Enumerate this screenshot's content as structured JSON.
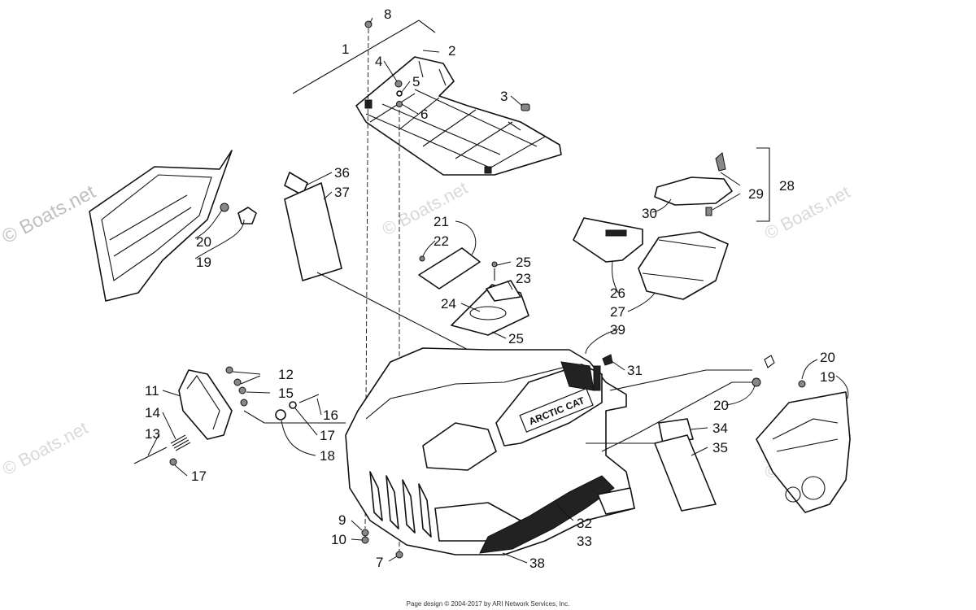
{
  "watermarks": {
    "main": "© Boats.net",
    "faint": "© Boats.net"
  },
  "callouts": {
    "c1": "1",
    "c2": "2",
    "c3": "3",
    "c4": "4",
    "c5": "5",
    "c6": "6",
    "c7": "7",
    "c8": "8",
    "c9": "9",
    "c10": "10",
    "c11": "11",
    "c12": "12",
    "c13": "13",
    "c14": "14",
    "c15": "15",
    "c16": "16",
    "c17a": "17",
    "c17b": "17",
    "c18": "18",
    "c19a": "19",
    "c19b": "19",
    "c20a": "20",
    "c20b": "20",
    "c20c": "20",
    "c21": "21",
    "c22": "22",
    "c23": "23",
    "c24": "24",
    "c25a": "25",
    "c25b": "25",
    "c26": "26",
    "c27": "27",
    "c28": "28",
    "c29": "29",
    "c30": "30",
    "c31": "31",
    "c32": "32",
    "c33": "33",
    "c34": "34",
    "c35": "35",
    "c36": "36",
    "c37": "37",
    "c38": "38",
    "c39": "39"
  },
  "decal_text": "ARCTIC CAT",
  "footer": "Page design © 2004-2017 by ARI Network Services, Inc."
}
